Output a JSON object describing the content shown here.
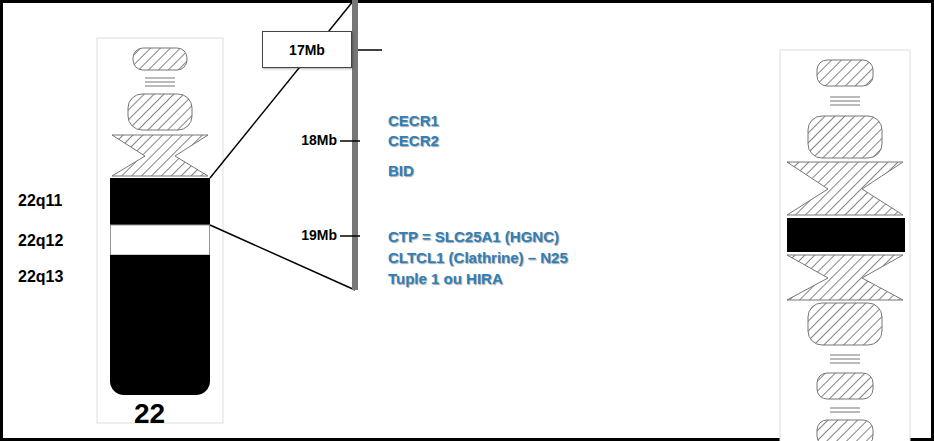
{
  "diagram": {
    "nodes": [
      {
        "text": [
          "17Mb"
        ]
      }
    ],
    "labels": [
      "22q11",
      "22q12",
      "22q13",
      "22",
      "18Mb",
      "19Mb",
      "CECR1",
      "CECR2",
      "BID",
      "CTP = SLC25A1 (HGNC)",
      "CLTCL1 (Clathrine) – N25",
      "Tuple 1 ou HIRA"
    ]
  }
}
